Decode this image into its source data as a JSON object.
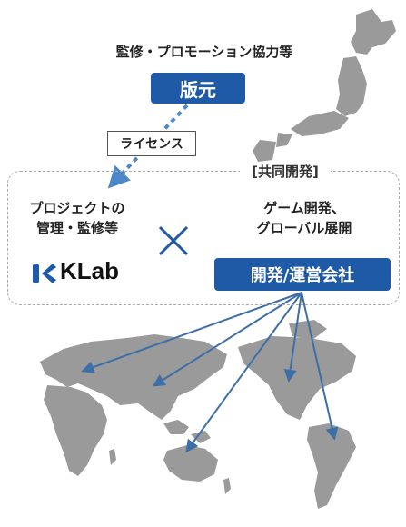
{
  "top_note": "監修・プロモーション協力等",
  "publisher_label": "版元",
  "license_label": "ライセンス",
  "joint_label": "[共同開発]",
  "left_desc_line1": "プロジェクトの",
  "left_desc_line2": "管理・監修等",
  "right_desc_line1": "ゲーム開発、",
  "right_desc_line2": "グローバル展開",
  "klab_logo_text": "KLab",
  "dev_company_label": "開発/運営会社",
  "colors": {
    "brand_blue": "#1f5aa6",
    "map_gray": "#9a9a9a",
    "arrow_blue": "#3c6ea8",
    "dot_line": "#4b87c9"
  }
}
